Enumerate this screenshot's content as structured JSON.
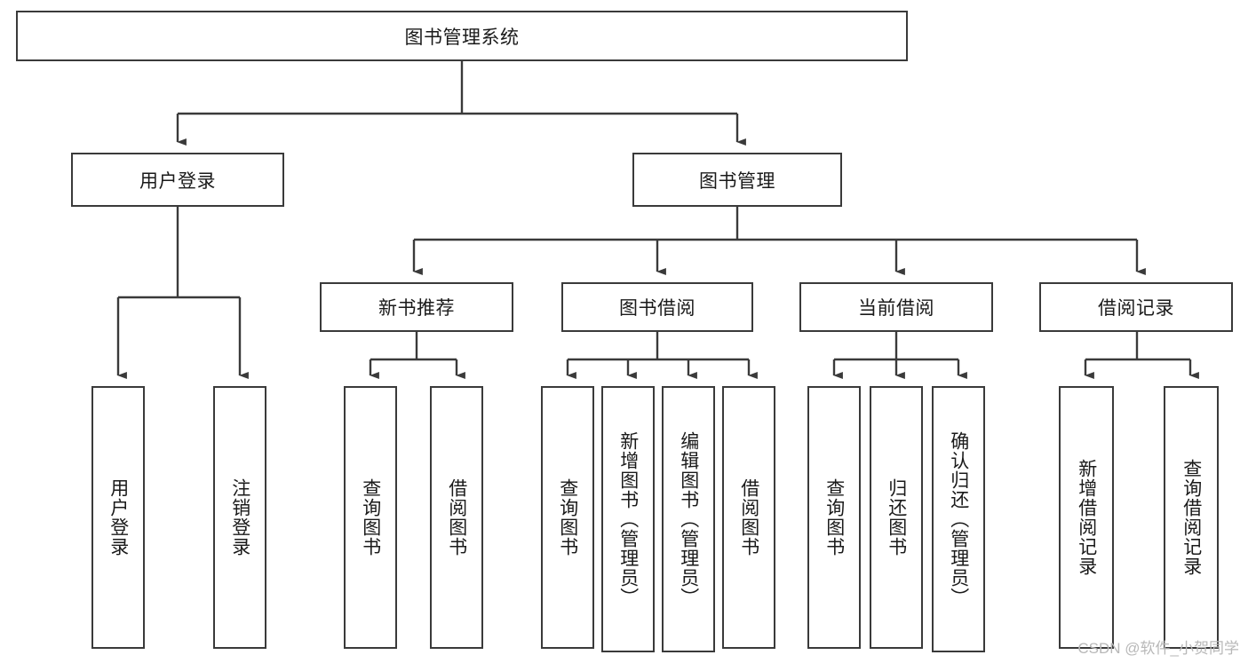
{
  "diagram": {
    "title": "图书管理系统",
    "type": "tree-hierarchy-diagram",
    "colors": {
      "box_border": "#3a3a3a",
      "box_fill": "#ffffff",
      "connector": "#3a3a3a",
      "text": "#1a1a1a",
      "watermark": "#b8b8b8"
    },
    "root": {
      "label": "图书管理系统"
    },
    "level2": [
      {
        "label": "用户登录"
      },
      {
        "label": "图书管理"
      }
    ],
    "level3": [
      {
        "label": "新书推荐"
      },
      {
        "label": "图书借阅"
      },
      {
        "label": "当前借阅"
      },
      {
        "label": "借阅记录"
      }
    ],
    "leaves": {
      "user_login": [
        {
          "label": "用户登录"
        },
        {
          "label": "注销登录"
        }
      ],
      "new_book_recommend": [
        {
          "label": "查询图书"
        },
        {
          "label": "借阅图书"
        }
      ],
      "book_borrow": [
        {
          "label": "查询图书"
        },
        {
          "label": "新增图书（管理员）"
        },
        {
          "label": "编辑图书（管理员）"
        },
        {
          "label": "借阅图书"
        }
      ],
      "current_borrow": [
        {
          "label": "查询图书"
        },
        {
          "label": "归还图书"
        },
        {
          "label": "确认归还（管理员）"
        }
      ],
      "borrow_record": [
        {
          "label": "新增借阅记录"
        },
        {
          "label": "查询借阅记录"
        }
      ]
    }
  },
  "watermark": {
    "text": "CSDN @软件_小贺同学"
  }
}
